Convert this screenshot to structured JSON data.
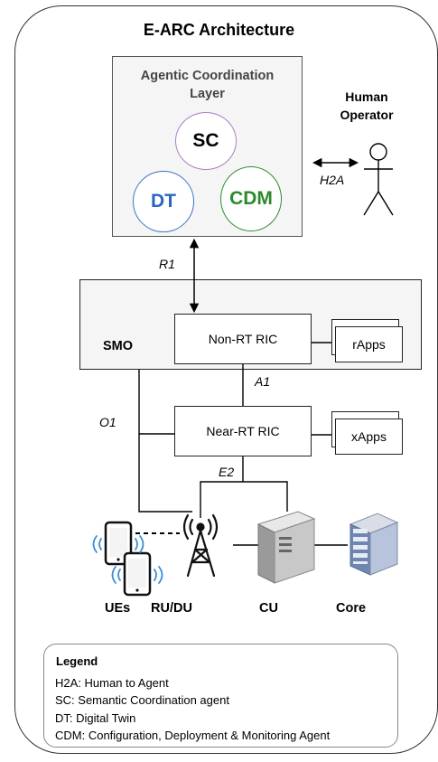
{
  "title": "E-ARC Architecture",
  "acl": {
    "title_line1": "Agentic Coordination",
    "title_line2": "Layer",
    "sc": "SC",
    "dt": "DT",
    "cdm": "CDM"
  },
  "human": {
    "line1": "Human",
    "line2": "Operator",
    "interface": "H2A"
  },
  "interfaces": {
    "r1": "R1",
    "a1": "A1",
    "o1": "O1",
    "e2": "E2"
  },
  "smo": {
    "label": "SMO",
    "non_rt_ric": "Non-RT RIC",
    "rapps": "rApps"
  },
  "near_rt": {
    "near_rt_ric": "Near-RT RIC",
    "xapps": "xApps"
  },
  "ran": {
    "ues": "UEs",
    "ru_du": "RU/DU",
    "cu": "CU",
    "core": "Core"
  },
  "legend": {
    "title": "Legend",
    "items": [
      "H2A: Human to Agent",
      "SC: Semantic Coordination agent",
      "DT: Digital Twin",
      "CDM: Configuration, Deployment & Monitoring Agent"
    ]
  },
  "colors": {
    "sc_border": "#a97fc7",
    "dt": "#2a66c0",
    "cdm": "#2b8a2b",
    "wireless": "#3a8fd8"
  }
}
